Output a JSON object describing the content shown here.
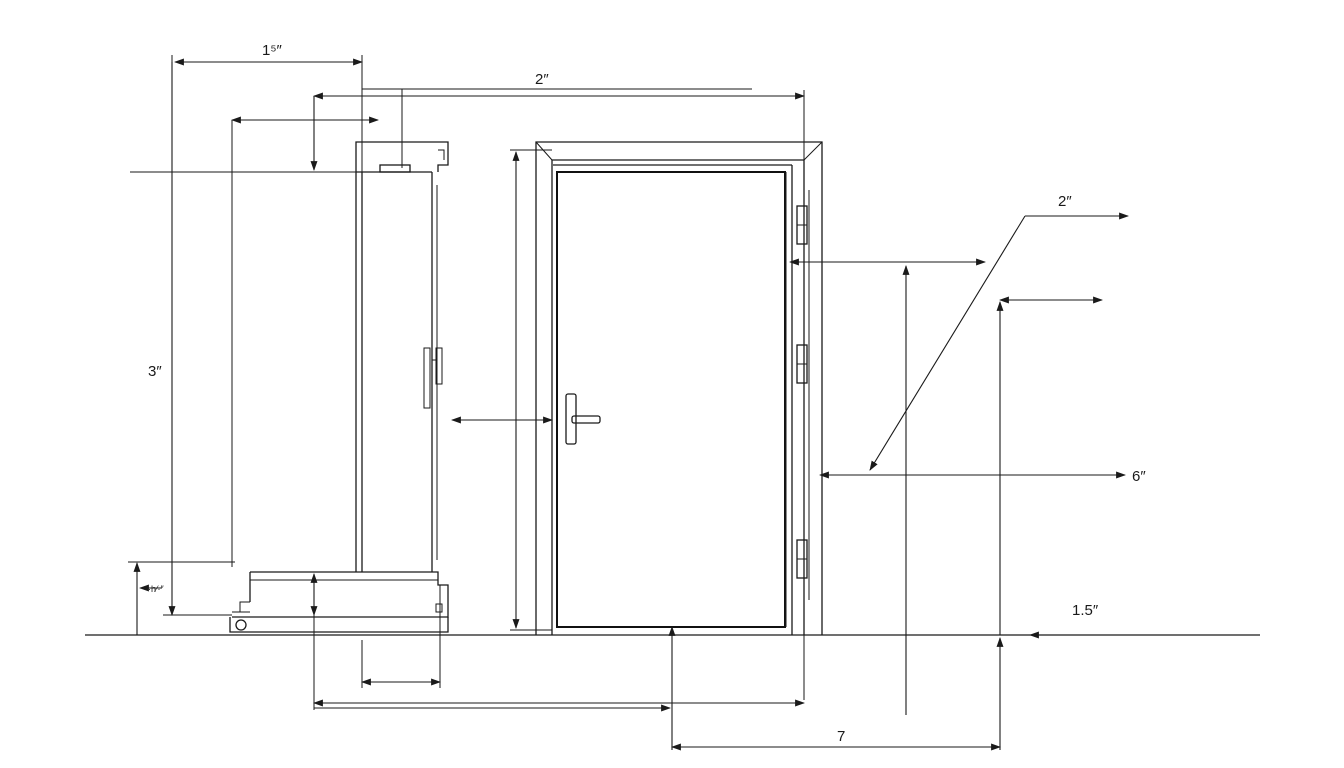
{
  "diagram": {
    "labels": {
      "top_width": "1⁵″",
      "top_span": "2″",
      "left_height": "3″",
      "small_left": "·h⁄·″",
      "right_upper": "2″",
      "right_mid": "6″",
      "right_lower": "1.5″",
      "bottom_span": "7"
    },
    "colors": {
      "line": "#1a1a1a",
      "background": "#ffffff"
    }
  }
}
